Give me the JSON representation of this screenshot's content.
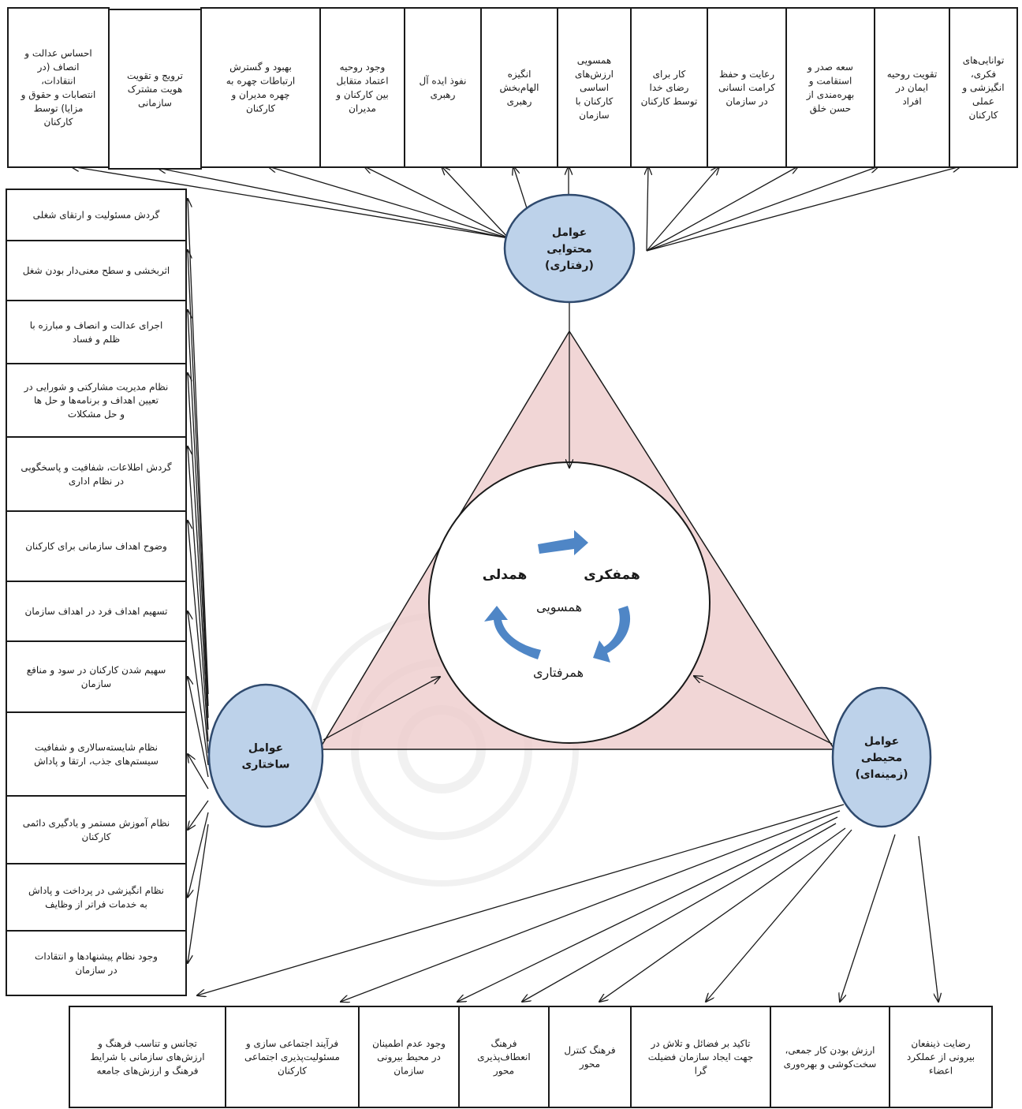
{
  "center": {
    "labels": {
      "hamfekri": "همفکری",
      "hamdeli": "همدلی",
      "hamsooyi": "همسویی",
      "hamraftari": "همرفتاری"
    }
  },
  "nodes": {
    "content": "عوامل محتوایی (رفتاری)",
    "structural": "عوامل ساختاری",
    "environmental": "عوامل محیطی (زمینه‌ای)"
  },
  "top_boxes": [
    "احساس عدالت و انصاف (در انتقادات، انتصابات و حقوق و مزایا) توسط کارکنان",
    "ترویج و تقویت هویت مشترک سازمانی",
    "بهبود و گسترش ارتباطات چهره به چهره مدیران و کارکنان",
    "وجود روحیه اعتماد متقابل بین کارکنان و مدیران",
    "نفوذ ایده آل رهبری",
    "انگیزه الهام‌بخش رهبری",
    "همسویی ارزش‌های اساسی کارکنان با سازمان",
    "کار برای رضای خدا توسط کارکنان",
    "رعایت و حفظ کرامت انسانی در سازمان",
    "سعه صدر و استقامت و بهره‌مندی از حسن خلق",
    "تقویت روحیه ایمان در افراد",
    "توانایی‌های فکری، انگیزشی و عملی کارکنان"
  ],
  "left_boxes": [
    "گردش مسئولیت و ارتقای شغلی",
    "اثربخشی و سطح معنی‌دار بودن شغل",
    "اجرای عدالت و انصاف و مبارزه با ظلم و فساد",
    "نظام مدیریت مشارکتی و شورایی در تعیین اهداف و برنامه‌ها و حل ها و حل مشکلات",
    "گردش اطلاعات، شفافیت و پاسخگویی در نظام اداری",
    "وضوح اهداف سازمانی برای کارکنان",
    "تسهیم اهداف فرد در اهداف سازمان",
    "سهیم شدن کارکنان در سود و منافع سازمان",
    "نظام شایسته‌سالاری و شفافیت سیستم‌های جذب، ارتقا و پاداش",
    "نظام آموزش مستمر و یادگیری دائمی کارکنان",
    "نظام انگیزشی در پرداخت و پاداش به خدمات فراتر از وظایف",
    "وجود نظام پیشنهادها و انتقادات در سازمان"
  ],
  "bottom_boxes": [
    "تجانس و تناسب فرهنگ و ارزش‌های سازمانی با شرایط فرهنگ و ارزش‌های جامعه",
    "فرآیند اجتماعی سازی و مسئولیت‌پذیری اجتماعی کارکنان",
    "وجود عدم اطمینان در محیط بیرونی سازمان",
    "فرهنگ انعطاف‌پذیری محور",
    "فرهنگ کنترل محور",
    "تاکید بر فضائل و تلاش در جهت ایجاد سازمان فضیلت گرا",
    "ارزش بودن کار جمعی، سخت‌کوشی و بهره‌وری",
    "رضایت ذینفعان بیرونی از عملکرد اعضاء"
  ]
}
